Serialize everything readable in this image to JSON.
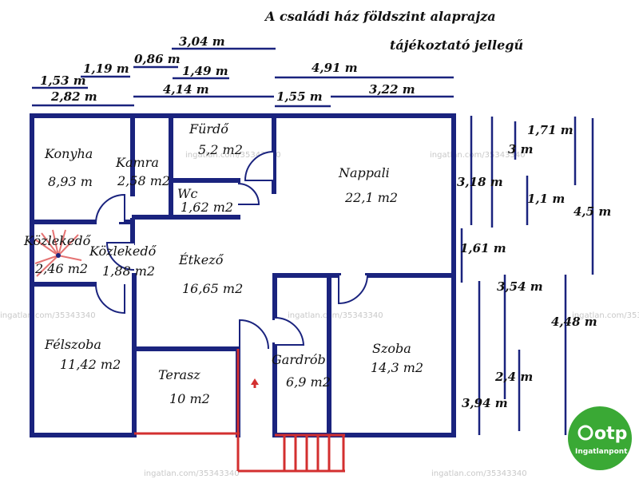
{
  "title": "A családi ház földszint alaprajza",
  "subtitle": "tájékoztató jellegű",
  "watermark": "ingatlan.com/35343340",
  "logo": {
    "brand": "otp",
    "sub": "Ingatlanpont",
    "color": "#3aa935"
  },
  "colors": {
    "wall": "#1a237e",
    "window": "#a9c7e6",
    "stairs": "#d32f2f"
  },
  "rooms": {
    "konyha": {
      "name": "Konyha",
      "area": "8,93 m"
    },
    "kamra": {
      "name": "Kamra",
      "area": "2,58 m2"
    },
    "furdo": {
      "name": "Fürdő",
      "area": "5,2 m2"
    },
    "wc": {
      "name": "Wc",
      "area": "1,62 m2"
    },
    "nappali": {
      "name": "Nappali",
      "area": "22,1 m2"
    },
    "kozlekedo1": {
      "name": "Közlekedő",
      "area": "2,46 m2"
    },
    "kozlekedo2": {
      "name": "Közlekedő",
      "area": "1,88 m2"
    },
    "etkezo": {
      "name": "Étkező",
      "area": "16,65 m2"
    },
    "felszoba": {
      "name": "Félszoba",
      "area": "11,42 m2"
    },
    "terasz": {
      "name": "Terasz",
      "area": "10 m2"
    },
    "gardrob": {
      "name": "Gardrób",
      "area": "6,9 m2"
    },
    "szoba": {
      "name": "Szoba",
      "area": "14,3 m2"
    }
  },
  "dimensions": {
    "top": [
      "3,04 m",
      "1,19 m",
      "0,86 m",
      "1,49 m",
      "4,91 m",
      "1,53 m",
      "2,82 m",
      "4,14 m",
      "1,55 m",
      "3,22 m"
    ],
    "right": [
      "1,71 m",
      "3 m",
      "3,18 m",
      "1,1 m",
      "4,5 m",
      "1,61 m",
      "3,54 m",
      "4,48 m",
      "2,4 m",
      "3,94 m"
    ]
  }
}
